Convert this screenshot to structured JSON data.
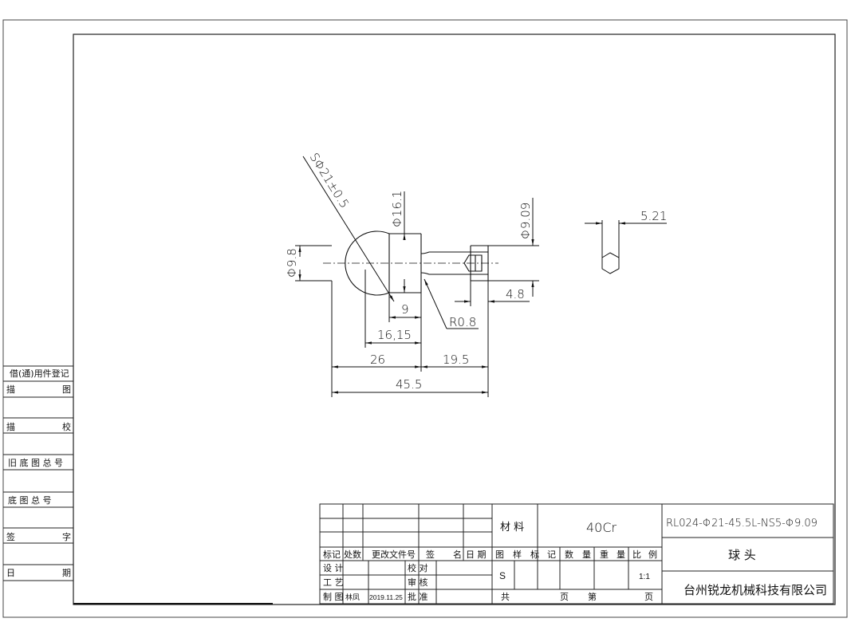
{
  "left_panel": {
    "rows": [
      {
        "a": "借(通)用件登记",
        "b": ""
      },
      {
        "a": "描",
        "b": "图"
      },
      {
        "a": "描",
        "b": "校"
      },
      {
        "a": "旧 底 图 总 号",
        "b": ""
      },
      {
        "a": "底  图  总  号",
        "b": ""
      },
      {
        "a": "签",
        "b": "字"
      },
      {
        "a": "日",
        "b": "期"
      }
    ]
  },
  "drawing": {
    "dims": {
      "sphere": "SΦ21±0.5",
      "shank_dia": "Φ16.1",
      "neck_dia": "Φ9.8",
      "pin_dia": "Φ9.09",
      "hex": "5.21",
      "d9": "9",
      "d16": "16,15",
      "d26": "26",
      "d19": "19.5",
      "d45": "45.5",
      "d48": "4.8",
      "radius": "R0.8"
    }
  },
  "title_block": {
    "rev_headers": {
      "mark": "标记",
      "count": "处数",
      "doc": "更改文件号",
      "sign": "签",
      "name": "名",
      "date": "日 期"
    },
    "sign_rows": [
      {
        "label": "设  计",
        "name": "",
        "date": "",
        "label2": "校  对"
      },
      {
        "label": "工  艺",
        "name": "",
        "date": "",
        "label2": "审  核"
      },
      {
        "label": "制  图",
        "name": "林凤",
        "date": "2019.11.25",
        "label2": "批  准"
      }
    ],
    "material_label": "材  料",
    "material": "40Cr",
    "part_no": "RL024-Φ21-45.5L-NS5-Φ9.09",
    "part_name": "球  头",
    "company": "台州锐龙机械科技有限公司",
    "stage_headers": [
      "图",
      "样",
      "标",
      "记",
      "数",
      "量",
      "重",
      "量",
      "比",
      "例"
    ],
    "stage": "S",
    "scale": "1:1",
    "sheet_total": "共",
    "sheet_page1": "页",
    "sheet_no": "第",
    "sheet_page2": "页"
  }
}
